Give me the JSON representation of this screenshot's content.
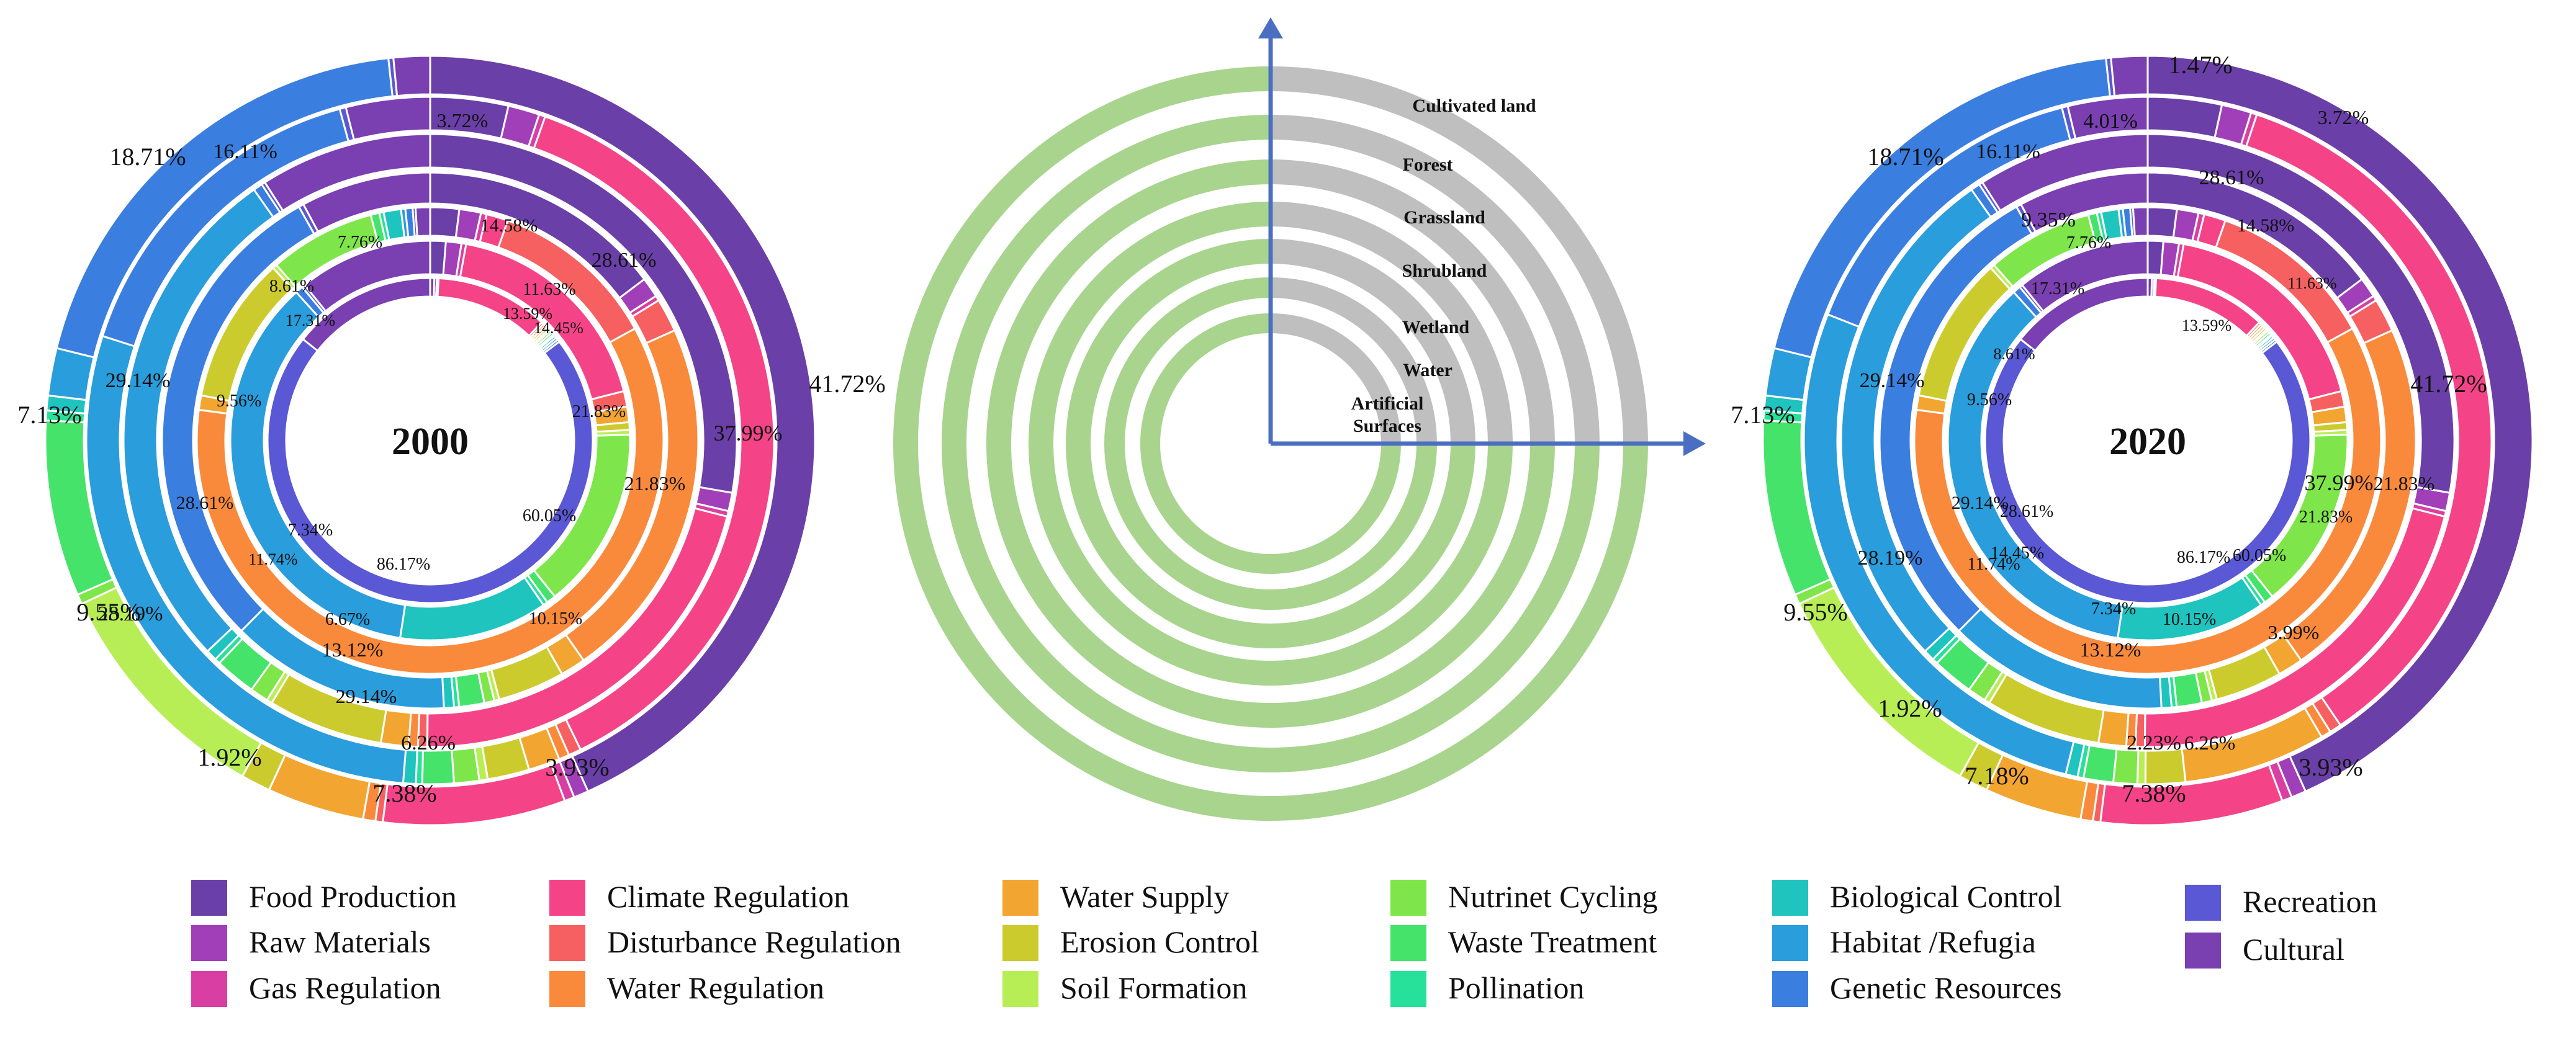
{
  "chart_data": {
    "type": "donut",
    "description": "Two sets of concentric ring charts showing the share of ecosystem services per land-use type (rings from outer to inner: Cultivated land, Forest, Grassland, Shrubland, Wetland, Water, Artificial Surfaces) in 2000 and 2020.",
    "key": {
      "rings": [
        "Cultivated land",
        "Forest",
        "Grassland",
        "Shrubland",
        "Wetland",
        "Water",
        "Artificial Surfaces"
      ]
    },
    "services": [
      {
        "name": "Food Production",
        "color": "#6b3fa8"
      },
      {
        "name": "Raw Materials",
        "color": "#a13fb8"
      },
      {
        "name": "Gas Regulation",
        "color": "#d93fa3"
      },
      {
        "name": "Climate Regulation",
        "color": "#f44487"
      },
      {
        "name": "Disturbance Regulation",
        "color": "#f76060"
      },
      {
        "name": "Water Regulation",
        "color": "#f98a3c"
      },
      {
        "name": "Water Supply",
        "color": "#f2a530"
      },
      {
        "name": "Erosion Control",
        "color": "#cccb2e"
      },
      {
        "name": "Soil Formation",
        "color": "#b8ee55"
      },
      {
        "name": "Nutrinet Cycling",
        "color": "#7ee64a"
      },
      {
        "name": "Waste Treatment",
        "color": "#45e36a"
      },
      {
        "name": "Pollination",
        "color": "#27e09a"
      },
      {
        "name": "Biological Control",
        "color": "#1fc4bf"
      },
      {
        "name": "Habitat /Refugia",
        "color": "#2a9ddc"
      },
      {
        "name": "Genetic Resources",
        "color": "#3a7ee0"
      },
      {
        "name": "Recreation",
        "color": "#5a58d4"
      },
      {
        "name": "Cultural",
        "color": "#7a3fb0"
      }
    ],
    "charts": [
      {
        "year": "2000",
        "rings": [
          {
            "ring": "Cultivated land",
            "values": [
              41.72,
              0.6,
              0.4,
              7.38,
              0.3,
              0.5,
              3.93,
              1.2,
              9.55,
              0.4,
              7.13,
              0.4,
              0.6,
              1.92,
              18.71,
              0.2,
              1.47
            ]
          },
          {
            "ring": "Forest",
            "values": [
              3.72,
              1.5,
              0.3,
              37.99,
              0.6,
              0.5,
              1.5,
              2.0,
              0.4,
              1.2,
              1.5,
              0.3,
              0.6,
              29.14,
              16.11,
              0.3,
              4.01
            ]
          },
          {
            "ring": "Grassland",
            "values": [
              28.61,
              1.0,
              0.3,
              21.83,
              0.5,
              0.5,
              1.5,
              6.26,
              0.3,
              1.0,
              2.23,
              0.3,
              0.6,
              28.19,
              0.5,
              0.2,
              9.35
            ]
          },
          {
            "ring": "Shrubland",
            "values": [
              14.58,
              1.2,
              0.3,
              0.0,
              2.0,
              21.83,
              1.5,
              3.99,
              0.3,
              0.6,
              1.5,
              0.3,
              0.6,
              13.12,
              29.14,
              0.3,
              7.76
            ]
          },
          {
            "ring": "Wetland",
            "values": [
              2.0,
              1.5,
              0.4,
              1.5,
              11.63,
              60.05,
              1.0,
              10.15,
              0.3,
              7.34,
              0.6,
              0.3,
              1.2,
              0.3,
              0.5,
              0.2,
              1.0
            ]
          },
          {
            "ring": "Water",
            "values": [
              1.0,
              1.0,
              0.3,
              14.45,
              1.0,
              0.0,
              1.0,
              0.5,
              0.3,
              11.74,
              0.6,
              0.3,
              9.56,
              28.61,
              0.5,
              0.2,
              8.61
            ]
          },
          {
            "ring": "Artificial Surfaces",
            "values": [
              0.5,
              0.3,
              0.2,
              13.59,
              0.3,
              0.3,
              0.3,
              0.3,
              0.2,
              0.3,
              0.3,
              0.2,
              0.3,
              0.3,
              0.3,
              86.17,
              17.31
            ]
          }
        ],
        "labels": [
          "41.72%",
          "37.99%",
          "28.61%",
          "3.72%",
          "18.71%",
          "16.11%",
          "7.13%",
          "9.55%",
          "1.92%",
          "7.38%",
          "3.93%",
          "29.14%",
          "28.19%",
          "6.26%",
          "21.83%",
          "14.58%",
          "29.14%",
          "13.12%",
          "7.76%",
          "11.63%",
          "21.83%",
          "60.05%",
          "10.15%",
          "6.67%",
          "8.61%",
          "9.56%",
          "28.61%",
          "14.45%",
          "17.31%",
          "13.59%",
          "7.34%",
          "11.74%",
          "86.17%"
        ]
      },
      {
        "year": "2020",
        "rings": [
          {
            "ring": "Cultivated land",
            "values": [
              41.72,
              0.6,
              0.4,
              7.38,
              0.3,
              0.5,
              3.93,
              1.2,
              9.55,
              0.4,
              7.13,
              0.4,
              0.6,
              1.92,
              18.71,
              0.2,
              1.47
            ]
          },
          {
            "ring": "Forest",
            "values": [
              3.72,
              1.5,
              0.3,
              37.99,
              0.6,
              0.5,
              7.18,
              2.0,
              0.4,
              1.2,
              1.5,
              0.3,
              0.6,
              29.14,
              16.11,
              0.3,
              4.01
            ]
          },
          {
            "ring": "Grassland",
            "values": [
              28.61,
              1.0,
              0.3,
              21.83,
              0.5,
              0.5,
              1.5,
              6.26,
              0.3,
              1.0,
              2.23,
              0.3,
              0.6,
              28.19,
              0.5,
              0.2,
              9.35
            ]
          },
          {
            "ring": "Shrubland",
            "values": [
              14.58,
              1.2,
              0.3,
              0.0,
              2.0,
              21.83,
              1.5,
              3.99,
              0.3,
              0.6,
              1.5,
              0.3,
              0.6,
              13.12,
              29.14,
              0.3,
              7.76
            ]
          },
          {
            "ring": "Wetland",
            "values": [
              2.0,
              1.5,
              0.4,
              1.5,
              11.63,
              60.05,
              1.0,
              10.15,
              0.3,
              7.34,
              0.6,
              0.3,
              1.2,
              0.3,
              0.5,
              0.2,
              1.0
            ]
          },
          {
            "ring": "Water",
            "values": [
              1.0,
              1.0,
              0.3,
              14.45,
              1.0,
              0.0,
              1.0,
              0.5,
              0.3,
              11.74,
              0.6,
              0.3,
              9.56,
              28.61,
              0.5,
              0.2,
              8.61
            ]
          },
          {
            "ring": "Artificial Surfaces",
            "values": [
              0.5,
              0.3,
              0.2,
              13.59,
              0.3,
              0.3,
              0.3,
              0.3,
              0.2,
              0.3,
              0.3,
              0.2,
              0.3,
              0.3,
              0.3,
              86.17,
              17.31
            ]
          }
        ],
        "labels": [
          "1.47%",
          "41.72%",
          "37.99%",
          "28.61%",
          "3.72%",
          "4.01%",
          "18.71%",
          "16.11%",
          "9.35%",
          "14.58%",
          "7.76%",
          "7.13%",
          "9.55%",
          "1.92%",
          "7.18%",
          "7.38%",
          "3.93%",
          "29.14%",
          "28.19%",
          "2.23%",
          "6.26%",
          "3.99%",
          "13.12%",
          "21.83%",
          "21.83%",
          "11.63%",
          "13.59%",
          "17.31%",
          "8.61%",
          "9.56%",
          "29.14%",
          "28.61%",
          "14.45%",
          "86.17%",
          "60.05%",
          "11.74%",
          "7.34%",
          "10.15%"
        ]
      }
    ],
    "legend_placement": "bottom"
  }
}
